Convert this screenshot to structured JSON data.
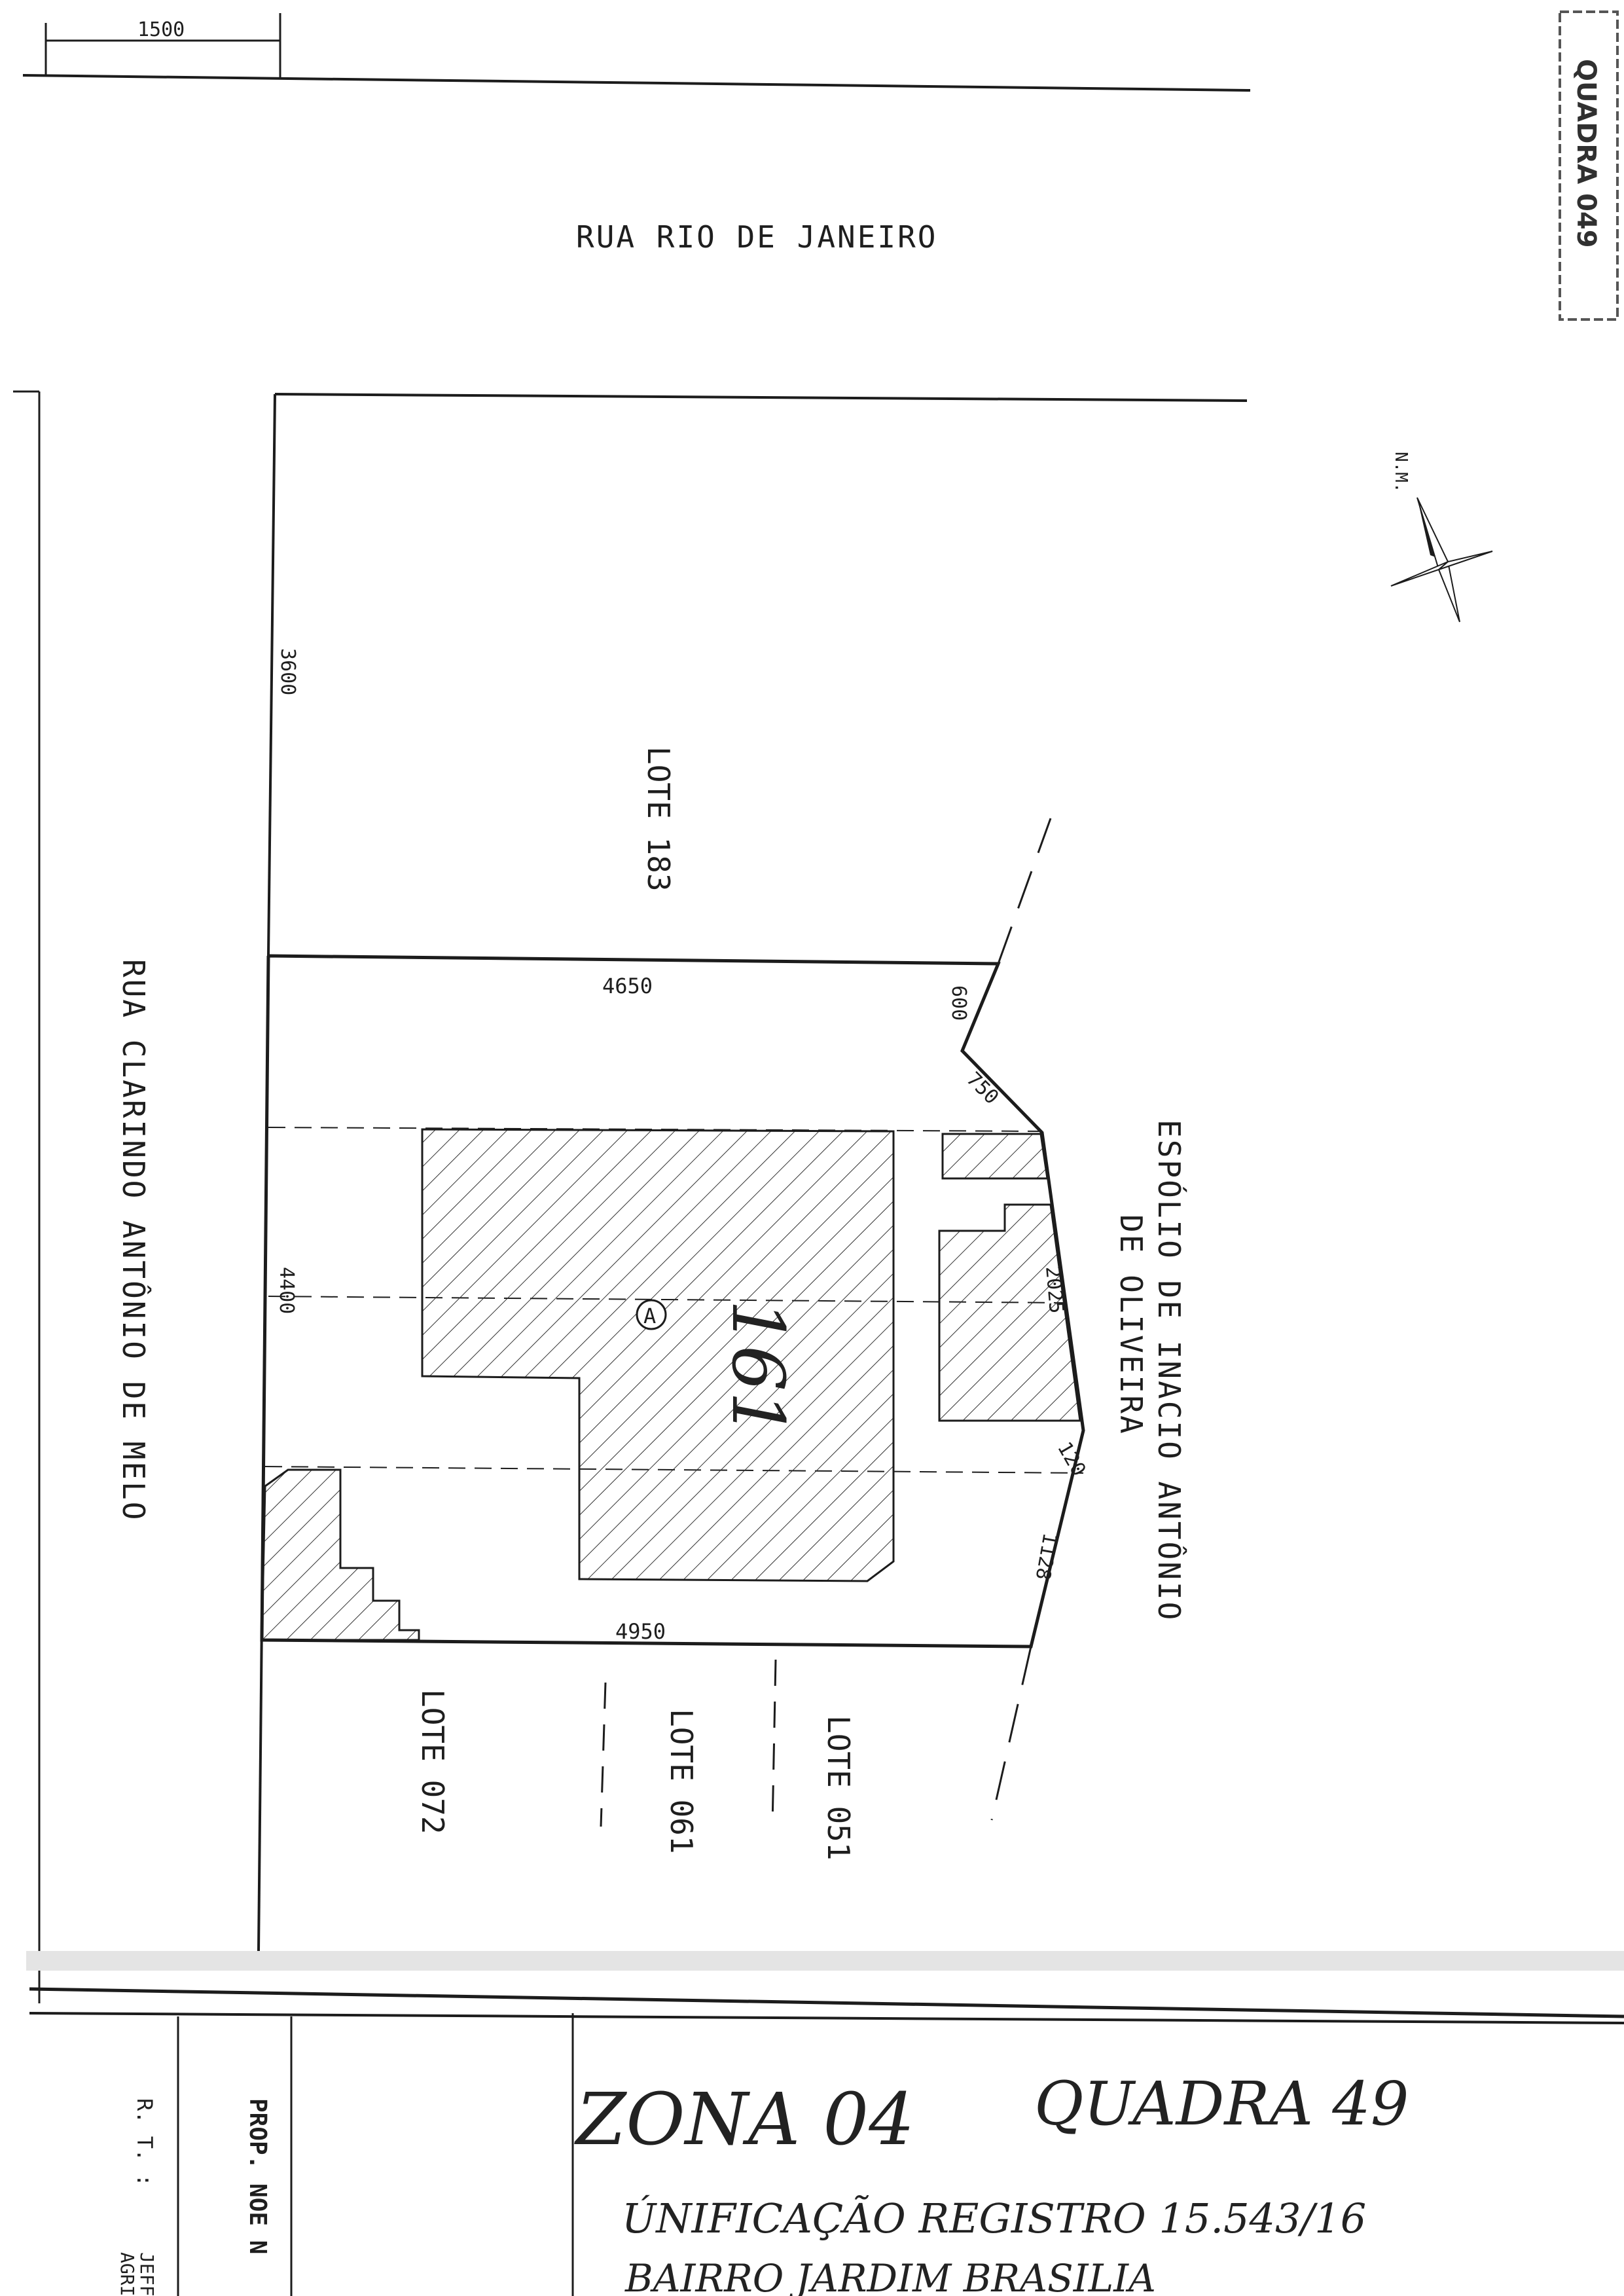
{
  "drawing": {
    "top_dimension": "1500",
    "street_north": "RUA RIO DE JANEIRO",
    "street_west": "RUA CLARINDO ANTÔNIO DE MELO",
    "neighbor_east_line1": "ESPÓLIO DE INACIO ANTÔNIO",
    "neighbor_east_line2": "DE OLIVEIRA",
    "north_label": "N.M.",
    "lots": {
      "north": "LOTE 183",
      "south_1": "LOTE 072",
      "south_2": "LOTE 061",
      "south_3": "LOTE 051"
    },
    "dimensions": {
      "d3600": "3600",
      "d4650": "4650",
      "d600": "600",
      "d750": "750",
      "d4400": "4400",
      "d2025": "2025",
      "d120": "120",
      "d1128": "1128",
      "d4950": "4950"
    },
    "building_marker": "A",
    "handwritten_number": "161",
    "stamp_text": "QUADRA 049"
  },
  "title_block": {
    "handwritten_zone": "ZONA 04",
    "handwritten_quadra": "QUADRA 49",
    "handwritten_unification": "ÚNIFICAÇÃO REGISTRO 15.543/16",
    "handwritten_bairro": "BAIRRO JARDIM BRASILIA",
    "owner_label": "PROP. NOE N",
    "rt_label": "R. T. :",
    "rt_name_1": "JEFF",
    "rt_name_2": "AGRIN"
  }
}
